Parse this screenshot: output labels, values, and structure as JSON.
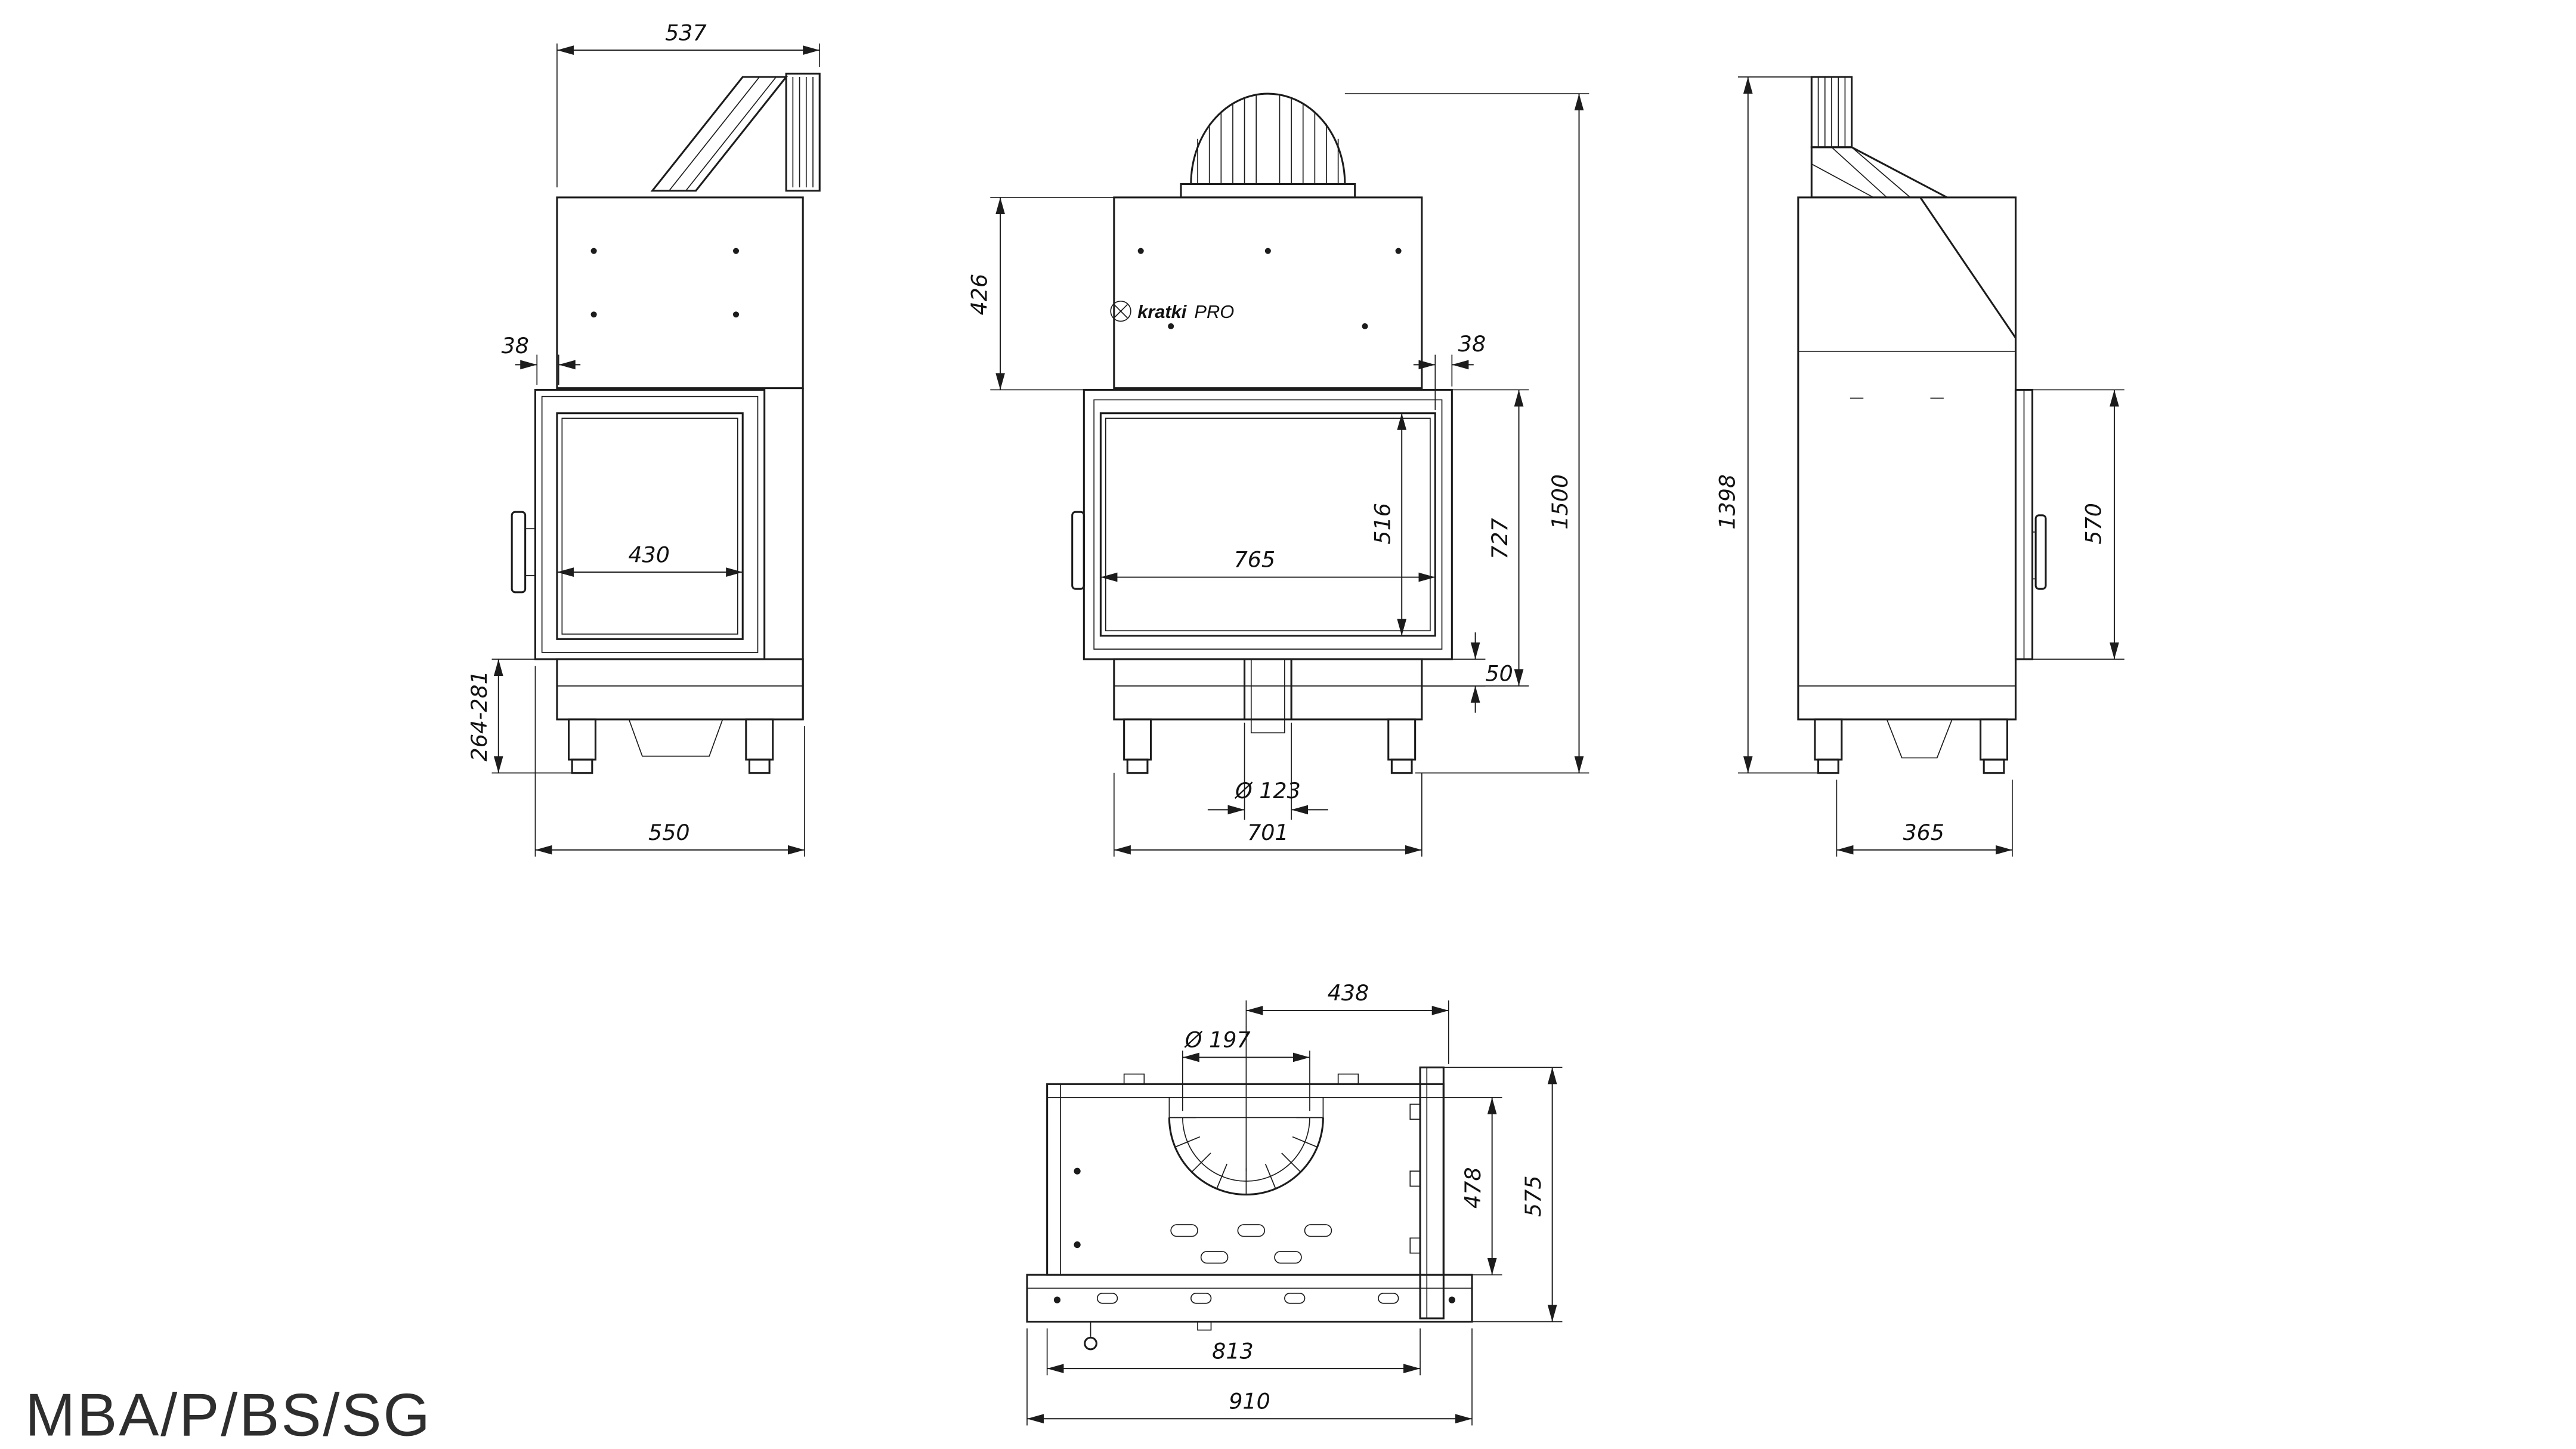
{
  "title": "MBA/P/BS/SG",
  "brand": {
    "name": "kratki",
    "series": "PRO"
  },
  "views": {
    "side_left": {
      "dims": {
        "top_depth": "537",
        "door_offset": "38",
        "glass_width": "430",
        "base_height_range": "264-281",
        "base_depth": "550"
      }
    },
    "front": {
      "dims": {
        "chamber_height": "426",
        "frame_offset": "38",
        "glass_width": "765",
        "glass_height": "516",
        "firebox_height": "727",
        "total_height": "1500",
        "base_plate_height": "50",
        "inlet_diameter": "Ø 123",
        "body_width": "701"
      }
    },
    "side_right": {
      "dims": {
        "overall_height": "1398",
        "door_height": "570",
        "body_depth": "365"
      }
    },
    "top": {
      "dims": {
        "flue_to_edge": "438",
        "flue_diameter": "Ø 197",
        "inner_depth": "478",
        "total_depth": "575",
        "inner_width": "813",
        "total_width": "910"
      }
    }
  }
}
